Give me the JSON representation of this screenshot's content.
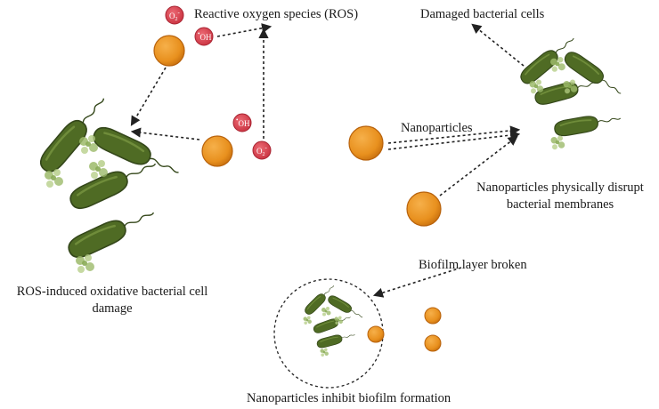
{
  "labels": {
    "ros": "Reactive oxygen species (ROS)",
    "damaged": "Damaged bacterial cells",
    "nanoparticles": "Nanoparticles",
    "disrupt_line1": "Nanoparticles physically disrupt",
    "disrupt_line2": "bacterial membranes",
    "ros_damage_line1": "ROS-induced oxidative bacterial cell",
    "ros_damage_line2": "damage",
    "biofilm_broken": "Biofilm layer broken",
    "inhibit": "Nanoparticles inhibit biofilm formation"
  },
  "species": {
    "superoxide": "O",
    "superoxide_sub": "2",
    "superoxide_sup": "-",
    "hydroxyl": "OH",
    "hydroxyl_sup": "•"
  },
  "colors": {
    "nanoparticle": "#e8901e",
    "nanoparticle_edge": "#b8620c",
    "ros": "#d9414e",
    "ros_edge": "#a82432",
    "bacteria": "#4f6b24",
    "bacteria_edge": "#34471a",
    "debris": "#9cba6a",
    "arrow": "#333333"
  }
}
